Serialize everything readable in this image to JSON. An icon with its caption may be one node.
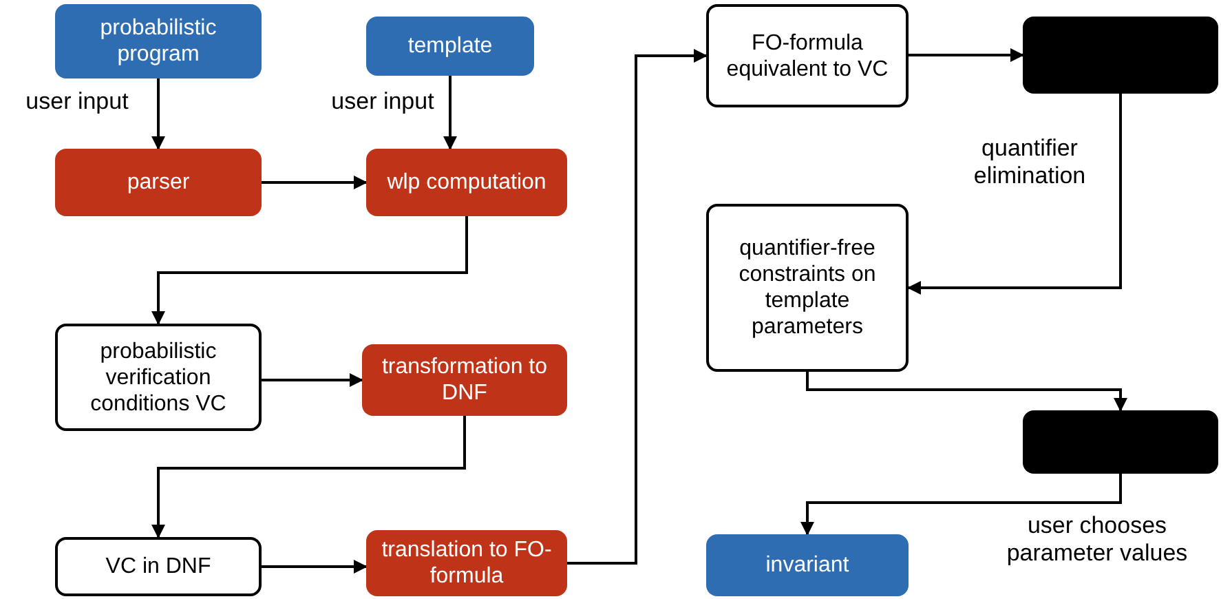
{
  "diagram": {
    "nodes": [
      {
        "text": [
          "probabilistic program"
        ]
      },
      {
        "text": [
          "template"
        ]
      },
      {
        "text": [
          "parser"
        ]
      },
      {
        "text": [
          "wlp computation"
        ]
      },
      {
        "text": [
          "probabilistic verification conditions VC"
        ]
      },
      {
        "text": [
          "transformation to DNF"
        ]
      },
      {
        "text": [
          "VC in DNF"
        ]
      },
      {
        "text": [
          "translation to FO-formula"
        ]
      },
      {
        "text": [
          "FO-formula equivalent to VC"
        ]
      },
      {
        "text": [],
        "shape": "box"
      },
      {
        "text": [
          "quantifier-free constraints on template parameters"
        ]
      },
      {
        "text": [],
        "shape": "box"
      },
      {
        "text": [
          "invariant"
        ]
      }
    ],
    "edges": [
      {
        "from": 0,
        "to": 2,
        "arrow": "to",
        "label": "user input"
      },
      {
        "from": 1,
        "to": 3,
        "arrow": "to",
        "label": "user input"
      },
      {
        "from": 2,
        "to": 3,
        "arrow": "to"
      },
      {
        "from": 3,
        "to": 4,
        "arrow": "to"
      },
      {
        "from": 4,
        "to": 5,
        "arrow": "to"
      },
      {
        "from": 5,
        "to": 6,
        "arrow": "to"
      },
      {
        "from": 6,
        "to": 7,
        "arrow": "to"
      },
      {
        "from": 7,
        "to": 8,
        "arrow": "to"
      },
      {
        "from": 8,
        "to": 9,
        "arrow": "to"
      },
      {
        "from": 9,
        "to": 10,
        "arrow": "to",
        "label": "quantifier elimination"
      },
      {
        "from": 10,
        "to": 11,
        "arrow": "to"
      },
      {
        "from": 11,
        "to": 12,
        "arrow": "to",
        "label": "user chooses parameter values"
      }
    ]
  }
}
